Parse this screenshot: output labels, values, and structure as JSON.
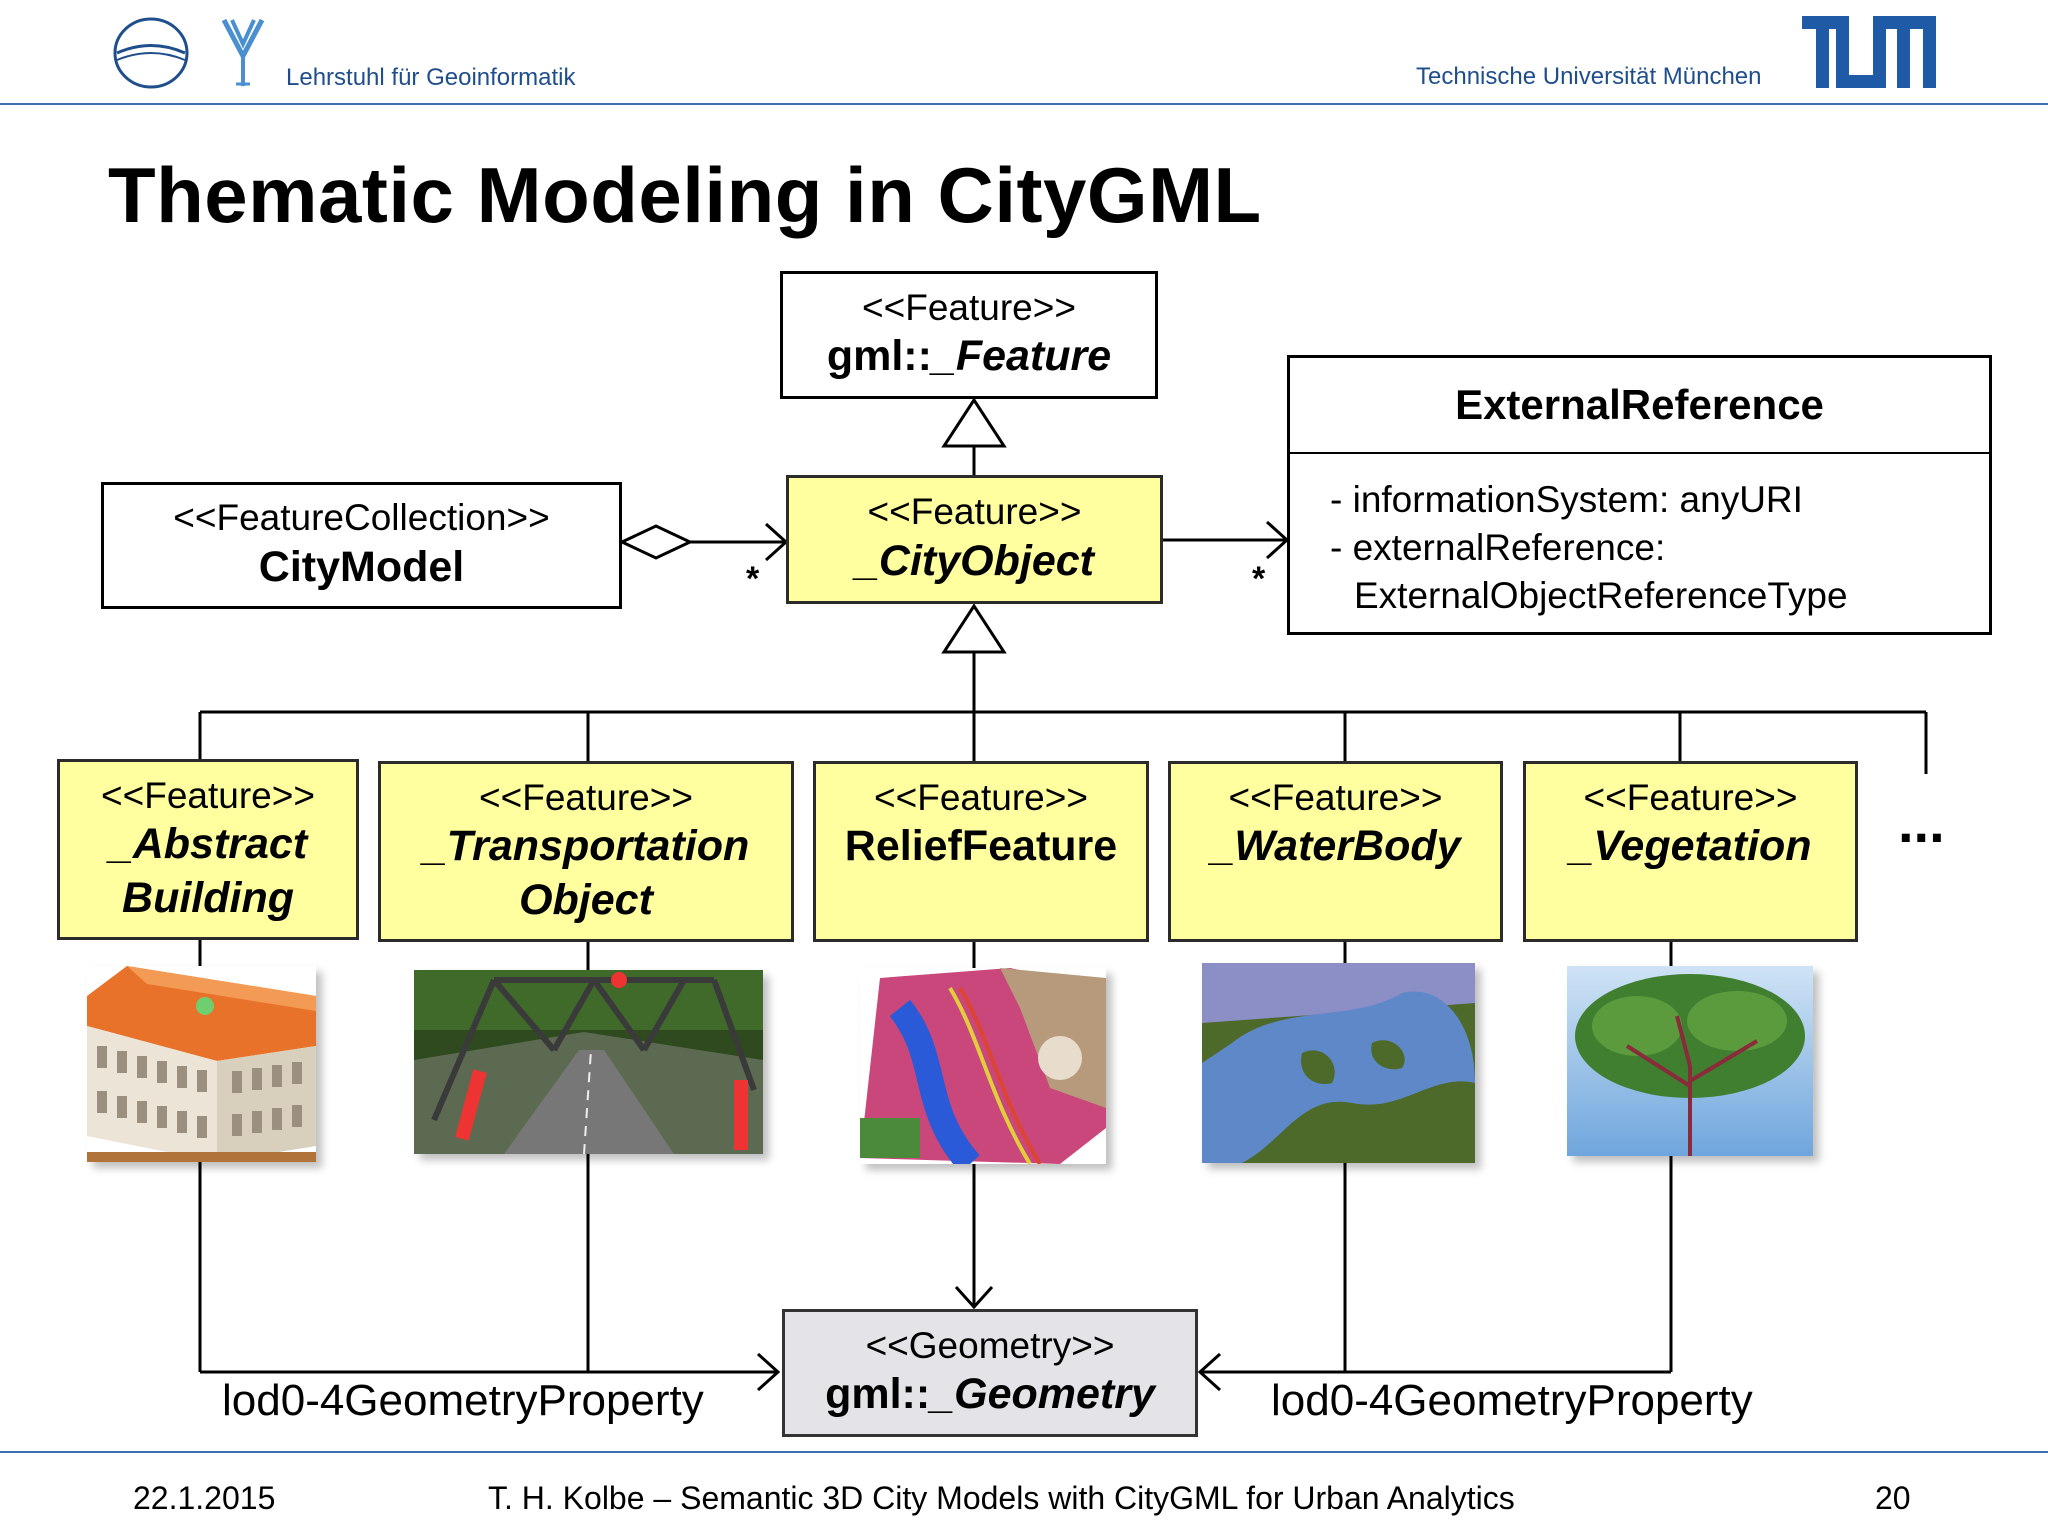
{
  "header": {
    "chair": "Lehrstuhl für Geoinformatik",
    "university": "Technische Universität München",
    "logo_name": "TUM",
    "brand_color": "#1f4e8c"
  },
  "title": "Thematic Modeling in CityGML",
  "classes": {
    "gml_feature": {
      "stereotype": "<<Feature>>",
      "prefix": "gml::",
      "name": "_Feature"
    },
    "city_object": {
      "stereotype": "<<Feature>>",
      "name": "_CityObject"
    },
    "city_model": {
      "stereotype": "<<FeatureCollection>>",
      "name": "CityModel"
    },
    "external_reference": {
      "name": "ExternalReference",
      "attributes": [
        "- informationSystem: anyURI",
        "- externalReference:",
        "ExternalObjectReferenceType"
      ]
    },
    "abstract_building": {
      "stereotype": "<<Feature>>",
      "line1": "_Abstract",
      "line2": "Building"
    },
    "transportation_object": {
      "stereotype": "<<Feature>>",
      "line1": "_Transportation",
      "line2": "Object"
    },
    "relief_feature": {
      "stereotype": "<<Feature>>",
      "name": "ReliefFeature"
    },
    "water_body": {
      "stereotype": "<<Feature>>",
      "name": "_WaterBody"
    },
    "vegetation": {
      "stereotype": "<<Feature>>",
      "name": "_Vegetation"
    },
    "more": "...",
    "gml_geometry": {
      "stereotype": "<<Geometry>>",
      "prefix": "gml::",
      "name": "_Geometry"
    }
  },
  "multiplicity_star": "*",
  "roles": {
    "left": "lod0-4GeometryProperty",
    "right": "lod0-4GeometryProperty"
  },
  "colors": {
    "class_fill": "#ffff9f",
    "geometry_fill": "#e4e4e8"
  },
  "footer": {
    "date": "22.1.2015",
    "author": "T. H. Kolbe – Semantic 3D City Models with CityGML for Urban Analytics",
    "page": "20"
  }
}
